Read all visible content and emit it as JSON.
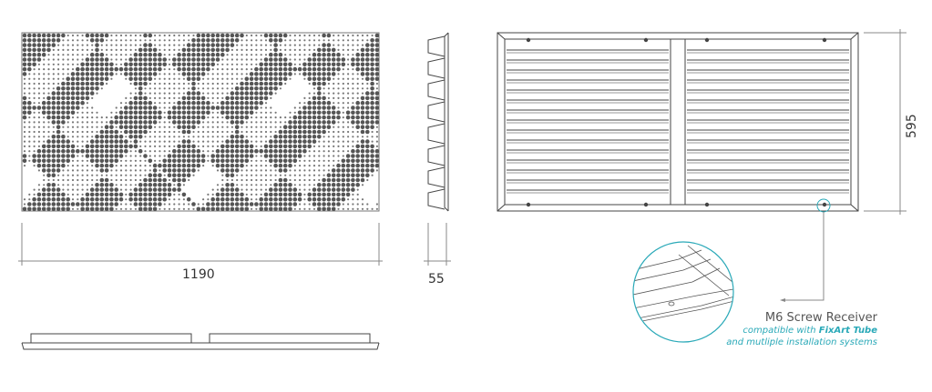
{
  "dimensions": {
    "width": "1190",
    "depth": "55",
    "height": "595"
  },
  "callout": {
    "title": "M6 Screw Receiver",
    "line1_prefix": "compatible with ",
    "line1_brand": "FixArt Tube",
    "line2": "and mutliple installation systems"
  },
  "colors": {
    "accent": "#2aa9b8",
    "line": "#444444",
    "dot": "#555555"
  }
}
